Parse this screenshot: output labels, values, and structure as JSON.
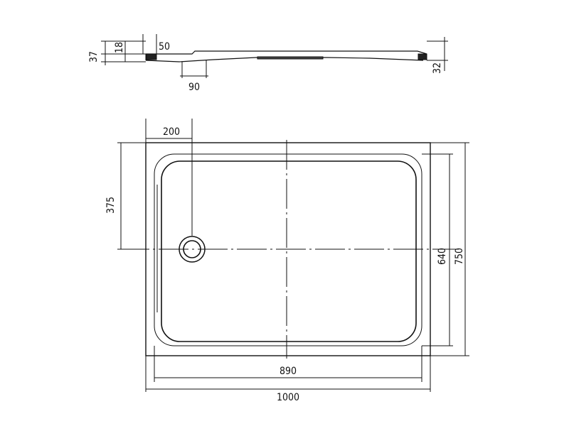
{
  "side_view": {
    "dimensions": {
      "total_height": "37",
      "rim_height": "18",
      "rim_width": "50",
      "outlet_width": "90",
      "edge_height": "32"
    }
  },
  "plan_view": {
    "dimensions": {
      "drain_offset_x": "200",
      "drain_offset_y": "375",
      "inner_depth": "640",
      "outer_depth": "750",
      "inner_width": "890",
      "outer_width": "1000"
    }
  },
  "colors": {
    "line": "#111111",
    "background": "#ffffff"
  }
}
